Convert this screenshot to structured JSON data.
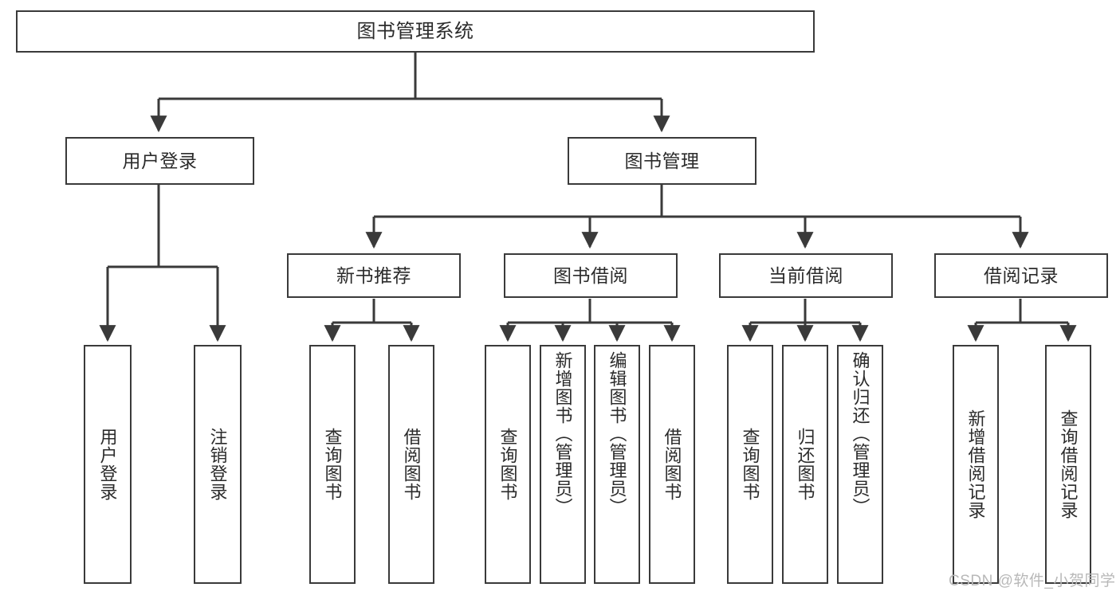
{
  "diagram": {
    "type": "tree",
    "title": "图书管理系统",
    "watermark": "CSDN @软件_小贺同学",
    "colors": {
      "stroke": "#3a3a3a",
      "text": "#2b2b2b",
      "background": "#ffffff",
      "watermark": "#b8b8b8"
    },
    "nodes": {
      "root": {
        "label": "图书管理系统"
      },
      "level2": [
        {
          "label": "用户登录"
        },
        {
          "label": "图书管理"
        }
      ],
      "level3": [
        {
          "label": "新书推荐"
        },
        {
          "label": "图书借阅"
        },
        {
          "label": "当前借阅"
        },
        {
          "label": "借阅记录"
        }
      ],
      "leaves_user_login": [
        {
          "label": "用户登录"
        },
        {
          "label": "注销登录"
        }
      ],
      "leaves_new_book": [
        {
          "label": "查询图书"
        },
        {
          "label": "借阅图书"
        }
      ],
      "leaves_borrow": [
        {
          "label": "查询图书"
        },
        {
          "label": "新增图书（管理员）"
        },
        {
          "label": "编辑图书（管理员）"
        },
        {
          "label": "借阅图书"
        }
      ],
      "leaves_current": [
        {
          "label": "查询图书"
        },
        {
          "label": "归还图书"
        },
        {
          "label": "确认归还（管理员）"
        }
      ],
      "leaves_records": [
        {
          "label": "新增借阅记录"
        },
        {
          "label": "查询借阅记录"
        }
      ]
    },
    "edges": [
      {
        "from": "图书管理系统",
        "to": "用户登录"
      },
      {
        "from": "图书管理系统",
        "to": "图书管理"
      },
      {
        "from": "用户登录",
        "to": "用户登录"
      },
      {
        "from": "用户登录",
        "to": "注销登录"
      },
      {
        "from": "图书管理",
        "to": "新书推荐"
      },
      {
        "from": "图书管理",
        "to": "图书借阅"
      },
      {
        "from": "图书管理",
        "to": "当前借阅"
      },
      {
        "from": "图书管理",
        "to": "借阅记录"
      },
      {
        "from": "新书推荐",
        "to": "查询图书"
      },
      {
        "from": "新书推荐",
        "to": "借阅图书"
      },
      {
        "from": "图书借阅",
        "to": "查询图书"
      },
      {
        "from": "图书借阅",
        "to": "新增图书（管理员）"
      },
      {
        "from": "图书借阅",
        "to": "编辑图书（管理员）"
      },
      {
        "from": "图书借阅",
        "to": "借阅图书"
      },
      {
        "from": "当前借阅",
        "to": "查询图书"
      },
      {
        "from": "当前借阅",
        "to": "归还图书"
      },
      {
        "from": "当前借阅",
        "to": "确认归还（管理员）"
      },
      {
        "from": "借阅记录",
        "to": "新增借阅记录"
      },
      {
        "from": "借阅记录",
        "to": "查询借阅记录"
      }
    ]
  }
}
